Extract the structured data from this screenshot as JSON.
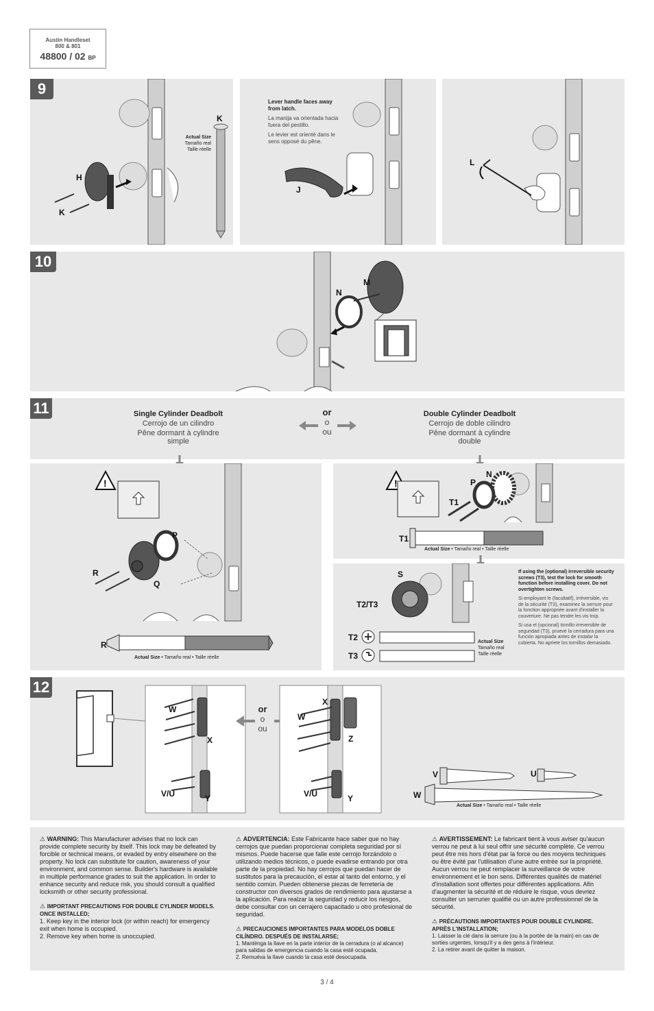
{
  "header": {
    "product": "Austin Handleset",
    "models": "800 & 801",
    "part": "48800 / 02",
    "finish": "BP"
  },
  "steps": {
    "s9": "9",
    "s10": "10",
    "s11": "11",
    "s12": "12"
  },
  "step9": {
    "labels": {
      "K_top": "K",
      "H": "H",
      "K": "K",
      "J": "J",
      "L": "L"
    },
    "actual_size": {
      "en": "Actual Size",
      "es": "Tamaño real",
      "fr": "Taille réelle"
    },
    "lever_note": {
      "en": "Lever handle faces away from latch.",
      "es": "La manija va orientada hacia fuera del pestillo.",
      "fr": "Le levier est orienté dans le sens opposé du pêne."
    }
  },
  "step10": {
    "labels": {
      "M": "M",
      "N": "N"
    }
  },
  "step11": {
    "single": {
      "en": "Single Cylinder Deadbolt",
      "es": "Cerrojo de un cilindro",
      "fr": "Pêne dormant à cylindre simple"
    },
    "double": {
      "en": "Double Cylinder Deadbolt",
      "es": "Cerrojo de doble cilindro",
      "fr": "Pêne dormant à cylindre double"
    },
    "or": {
      "en": "or",
      "es": "o",
      "fr": "ou"
    },
    "labels": {
      "P": "P",
      "R": "R",
      "Q": "Q",
      "R2": "R",
      "N": "N",
      "P2": "P",
      "T1": "T1",
      "T1b": "T1",
      "S": "S",
      "T2T3": "T2/T3",
      "T2": "T2",
      "T3": "T3"
    },
    "actual_size_line": {
      "en": "Actual Size",
      "sep": " • ",
      "es": "Tamaño real",
      "fr": "Taille réelle"
    },
    "security_note": {
      "en": "If using the (optional) irreversible security screws (T3), test the lock for smooth function before installing cover. Do not overtighten screws.",
      "fr": "Si employant le (facultatif), irréversible, vis de la sécurité (T3), examinez la serrure pour la fonction appropriée avant d'installer la couverture. Ne pas tendre les vis trop.",
      "es": "Si usa el (opcional) tornillo irreversible de seguridad (T3), prueve la cerradura para una función apropiada antes de instalar la cubierta. No apriete los tornillos demasiado."
    }
  },
  "step12": {
    "labels": {
      "W": "W",
      "X": "X",
      "VU": "V/U",
      "Y": "Y",
      "X2": "X",
      "W2": "W",
      "Z": "Z",
      "VU2": "V/U",
      "Y2": "Y",
      "V": "V",
      "U": "U",
      "W3": "W"
    },
    "or": {
      "en": "or",
      "es": "o",
      "fr": "ou"
    }
  },
  "warnings": {
    "en": {
      "title": "WARNING:",
      "body": "This Manufacturer advises that no lock can provide complete security by itself. This lock may be defeated by forcible or technical means, or evaded by entry elsewhere on the property. No lock can substitute for caution, awareness of your environment, and common sense. Builder's hardware is available in multiple performance grades to suit the application. In order to enhance security and reduce risk, you should consult a qualified locksmith or other security professional.",
      "prec_title": "IMPORTANT PRECAUTIONS FOR DOUBLE CYLINDER MODELS. ONCE INSTALLED;",
      "prec1": "1. Keep key in the interior lock (or within reach) for emergency exit when home is occupied.",
      "prec2": "2. Remove key when home is unoccupied."
    },
    "es": {
      "title": "ADVERTENCIA:",
      "body": "Este Fabricante hace saber que no hay cerrojos que puedan proporcionar completa seguridad por sí mismos. Puede hacerse que falle este cerrojo forzándolo o utilizando medios técnicos, o puede evadirse entrando por otra parte de la propiedad. No hay cerrojos que puedan hacer de sustitutos para la precaución, el estar al tanto del entorno, y el sentido común. Pueden obtenerse piezas de ferretería de constructor con diversos grados de rendimiento para ajustarse a la aplicación. Para realzar la seguridad y reducir los riesgos, debe consultar con un cerrajero capacitado u otro profesional de seguridad.",
      "prec_title": "PRECAUCIONES IMPORTANTES PARA MODELOS DOBLE CILÍNDRO. DESPUÉS DE INSTALARSE;",
      "prec1": "1. Manténga la llave en la parte interior de la cerradura (o al alcance) para salidas de emergencia cuando la casa esté ocupada.",
      "prec2": "2. Remuéva la llave cuando la casa esté desocupada."
    },
    "fr": {
      "title": "AVERTISSEMENT:",
      "body": "Le fabricant tient à vous aviser qu'aucun verrou ne peut à lui seul offrir une sécurité complète. Ce verrou peut être mis hors d'état par la force ou des moyens techniques ou être évité par l'utilisation d'une autre entrée sur la propriété. Aucun verrou ne peut remplacer la surveillance de votre environnement et le bon sens. Différentes qualités de matériel d'installation sont offertes pour différentes applications. Afin d'augmenter la sécurité et de réduire le risque, vous devriez consulter un serrurier qualifié ou un autre professionnel de la sécurité.",
      "prec_title": "PRÉCAUTIONS IMPORTANTES POUR DOUBLE CYLINDRE. APRÈS L'INSTALLATION;",
      "prec1": "1. Laisser la clé dans la serrure (ou à la portée de la main) en cas de sorties urgentes, lorsqu'il y a des gens à l'intérieur.",
      "prec2": "2. La retirer avant de quitter la maison."
    }
  },
  "page_number": "3 / 4"
}
